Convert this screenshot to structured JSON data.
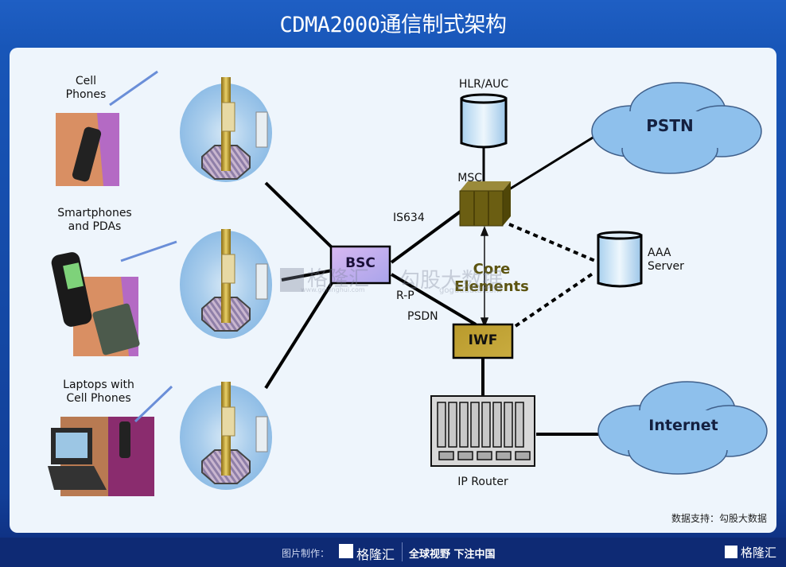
{
  "header": {
    "title": "CDMA2000通信制式架构"
  },
  "diagram": {
    "devices": [
      {
        "label_line1": "Cell",
        "label_line2": "Phones"
      },
      {
        "label_line1": "Smartphones",
        "label_line2": "and PDAs"
      },
      {
        "label_line1": "Laptops with",
        "label_line2": "Cell Phones"
      }
    ],
    "nodes": {
      "bsc": "BSC",
      "hlr": "HLR/AUC",
      "msc": "MSC",
      "iwf": "IWF",
      "pstn": "PSTN",
      "aaa_line1": "AAA",
      "aaa_line2": "Server",
      "internet": "Internet",
      "router": "IP Router"
    },
    "link_labels": {
      "is634": "IS634",
      "rp": "R-P",
      "psdn": "PSDN",
      "core_line1": "Core",
      "core_line2": "Elements"
    },
    "watermark": {
      "brand": "格隆汇",
      "brand_url": "www.gelonghui.com",
      "data": "勾股大数据",
      "data_url": "goguudata.com"
    },
    "credit": "数据支持：勾股大数据"
  },
  "footer": {
    "made_by_label": "图片制作：",
    "brand": "格隆汇",
    "slogan": "全球视野 下注中国",
    "corner_brand": "格隆汇"
  }
}
